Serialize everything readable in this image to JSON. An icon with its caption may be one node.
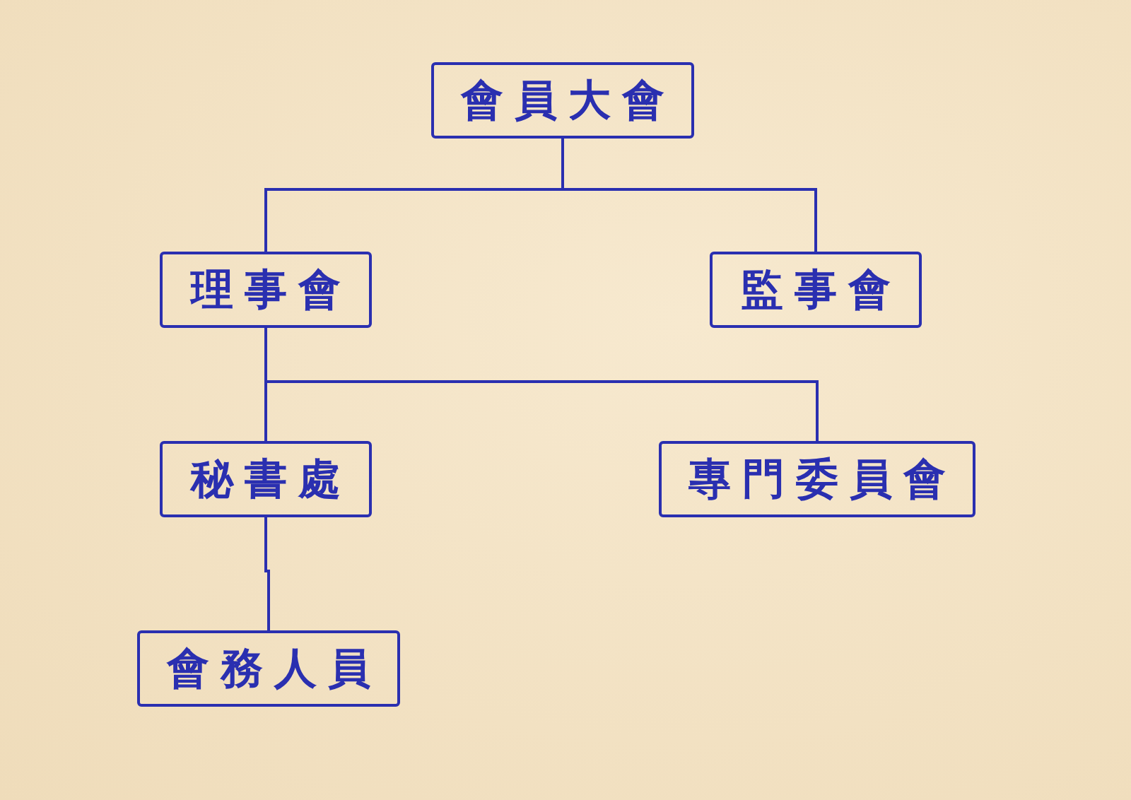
{
  "diagram": {
    "nodes": [
      {
        "text": [
          "會員大會"
        ]
      },
      {
        "text": [
          "理事會"
        ]
      },
      {
        "text": [
          "監事會"
        ]
      },
      {
        "text": [
          "秘書處"
        ]
      },
      {
        "text": [
          "專門委員會"
        ]
      },
      {
        "text": [
          "會務人員"
        ]
      }
    ],
    "edges": [
      {
        "from": 0,
        "to": 1,
        "arrow": "none"
      },
      {
        "from": 0,
        "to": 2,
        "arrow": "none"
      },
      {
        "from": 1,
        "to": 3,
        "arrow": "none"
      },
      {
        "from": 1,
        "to": 4,
        "arrow": "none"
      },
      {
        "from": 3,
        "to": 5,
        "arrow": "none"
      }
    ]
  }
}
